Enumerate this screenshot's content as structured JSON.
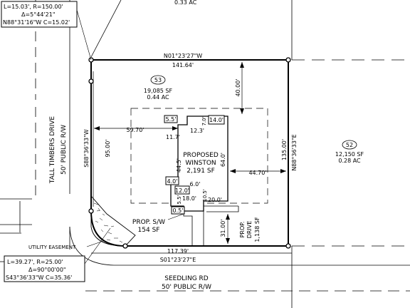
{
  "top_lot_acreage": "0.33 AC",
  "top_curve": {
    "line1": "L=15.03', R=150.00'",
    "line2": "Δ=5°44'21\"",
    "line3": "N88°31'16\"W C=15.02'"
  },
  "bottom_curve": {
    "line1": "L=39.27', R=25.00'",
    "line2": "Δ=90°00'00\"",
    "line3": "S43°36'33\"W C=35.36'"
  },
  "lot53": {
    "number": "53",
    "area_sf": "19,085 SF",
    "area_ac": "0.44 AC",
    "north_bearing": "N01°23'27\"W",
    "north_length": "141.64'",
    "south_bearing": "S01°23'27\"E",
    "south_length": "117.39'",
    "west_bearing": "S88°36'33\"W",
    "west_length": "95.00'",
    "east_bearing": "N88°36'33\"E",
    "east_length": "135.00'"
  },
  "lot52": {
    "number": "52",
    "area_sf": "12,150 SF",
    "area_ac": "0.28 AC"
  },
  "house": {
    "line1": "PROPOSED",
    "line2": "WINSTON",
    "line3": "2,191 SF"
  },
  "dims": {
    "setback_north": "40.00'",
    "setback_west": "59.70'",
    "setback_east": "44.70'",
    "setback_south": "31.00'",
    "d_5_5_top": "5.5'",
    "d_7_0": "7.0'",
    "d_14_0": "14.0'",
    "d_12_3": "12.3'",
    "d_11_7": "11.7'",
    "d_44_5": "44.5'",
    "d_64_0": "64.0'",
    "d_4_0": "4.0'",
    "d_6_0": "6.0'",
    "d_12_0": "12.0'",
    "d_10_5": "10.5'",
    "d_5_5_bottom": "5.5'",
    "d_18_0": "18.0'",
    "d_20_0": "20.0'",
    "d_0_5": "0.5'"
  },
  "streets": {
    "west_name": "TALL TIMBERS DRIVE",
    "west_row": "50' PUBLIC R/W",
    "south_name": "SEEDLING RD",
    "south_row": "50' PUBLIC R/W"
  },
  "sidewalk": {
    "line1": "PROP. S/W",
    "line2": "154 SF"
  },
  "drive": {
    "line1": "PROP.",
    "line2": "DRIVE",
    "line3": "1,138 SF"
  },
  "easement_label": "UTILITY EASEMENT"
}
